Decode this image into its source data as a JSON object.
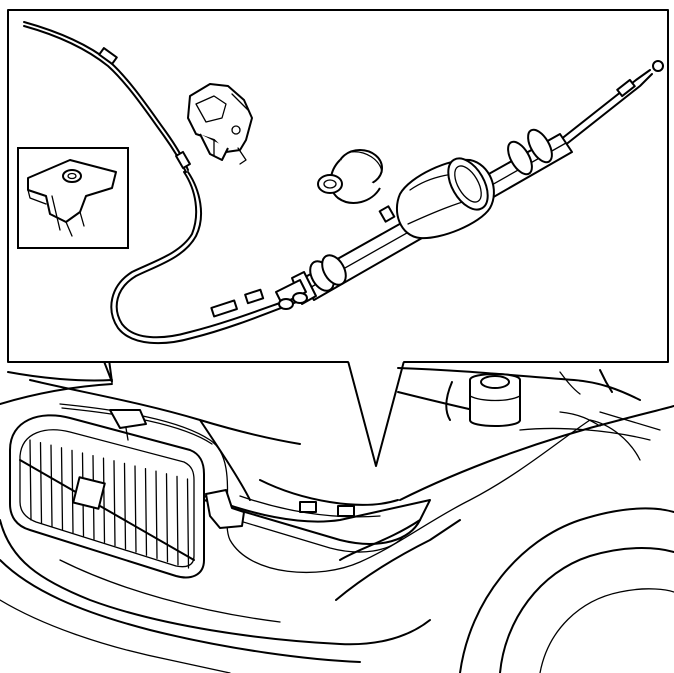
{
  "diagram": {
    "stroke_color": "#000000",
    "background_color": "#ffffff",
    "parts": [
      "bonnet-release-cable",
      "bonnet-lock",
      "cable-clip",
      "grommet",
      "release-handle"
    ]
  }
}
